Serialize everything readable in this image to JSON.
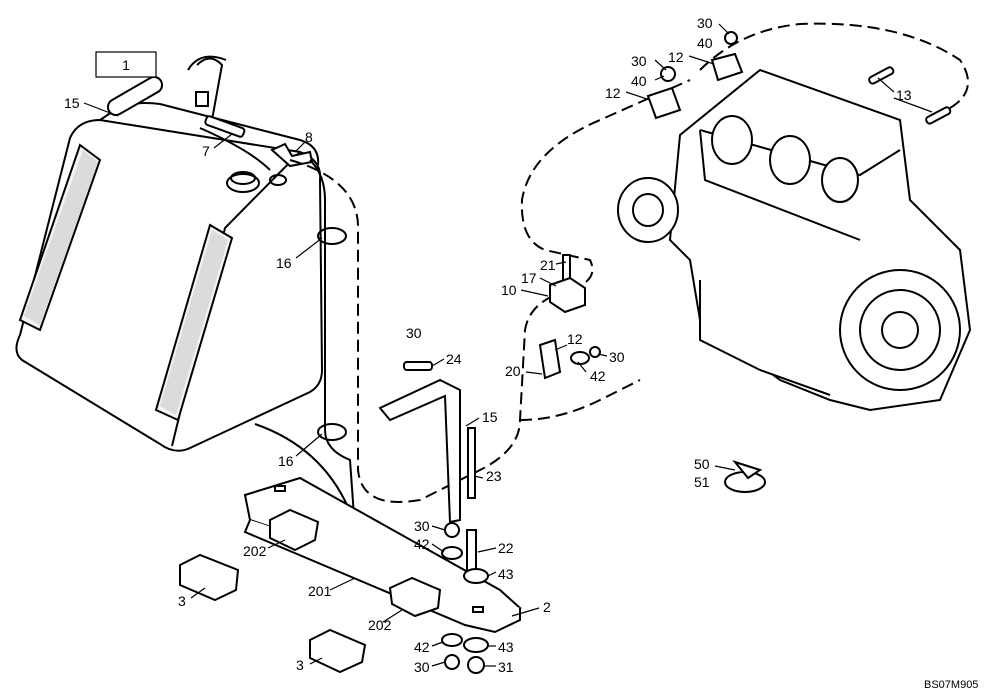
{
  "callouts": {
    "c1": "1",
    "c15a": "15",
    "c7": "7",
    "c8": "8",
    "c16a": "16",
    "c16b": "16",
    "c30top": "30",
    "c40top": "40",
    "c30b": "30",
    "c40b": "40",
    "c12a": "12",
    "c12b": "12",
    "c13": "13",
    "c21": "21",
    "c17": "17",
    "c10": "10",
    "c12c": "12",
    "c30c": "30",
    "c20": "20",
    "c42a": "42",
    "c30mid": "30",
    "c24": "24",
    "c15b": "15",
    "c23": "23",
    "c30d": "30",
    "c42b": "42",
    "c22": "22",
    "c43a": "43",
    "c202a": "202",
    "c201": "201",
    "c202b": "202",
    "c2": "2",
    "c3a": "3",
    "c3b": "3",
    "c42c": "42",
    "c43b": "43",
    "c30e": "30",
    "c31": "31",
    "c50": "50",
    "c51": "51"
  },
  "drawing_code": "BS07M905"
}
